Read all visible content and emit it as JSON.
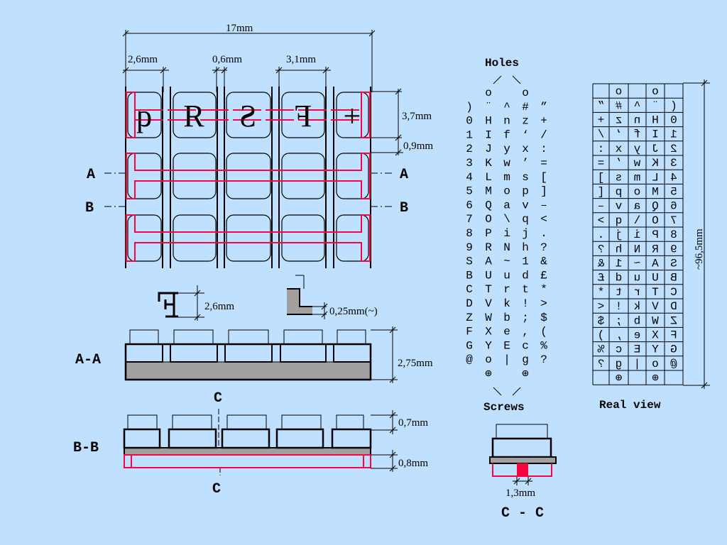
{
  "colors": {
    "background": "#bfe0ff",
    "line": "#000000",
    "red": "#ff0040",
    "gray": "#a0a0a0"
  },
  "dimensions": {
    "total_width": "17mm",
    "key_width": "2,6mm",
    "gap": "0,6mm",
    "key_pitch": "3,1mm",
    "key_height": "3,7mm",
    "row_gap": "0,9mm",
    "char_height": "2,6mm",
    "chamfer": "0,25mm(~)",
    "section_height": "2,75mm",
    "top_height": "0,7mm",
    "bottom_height": "0,8mm",
    "hole_width": "1,3mm",
    "total_length": "~96,5mm"
  },
  "top_view": {
    "glyphs": [
      "q",
      "Я",
      "S",
      "F",
      "+"
    ]
  },
  "section_labels": {
    "a_left": "A",
    "a_right": "A",
    "b_left": "B",
    "b_right": "B",
    "c_top": "C",
    "c_bottom": "C",
    "aa": "A-A",
    "bb": "B-B",
    "cc": "C - C"
  },
  "holes_table": {
    "title_top": "Holes",
    "title_bottom": "Screws",
    "rows": [
      [
        "",
        "o",
        "",
        "o",
        ""
      ],
      [
        ")",
        "¨",
        "^",
        "#",
        "”"
      ],
      [
        "0",
        "H",
        "n",
        "z",
        "+"
      ],
      [
        "1",
        "I",
        "f",
        "‘",
        "/"
      ],
      [
        "2",
        "J",
        "y",
        "x",
        ":"
      ],
      [
        "3",
        "K",
        "w",
        "’",
        "="
      ],
      [
        "4",
        "L",
        "m",
        "s",
        "["
      ],
      [
        "5",
        "M",
        "o",
        "p",
        "]"
      ],
      [
        "6",
        "Q",
        "a",
        "v",
        "–"
      ],
      [
        "7",
        "O",
        "\\",
        "q",
        "<"
      ],
      [
        "8",
        "P",
        "i",
        "j",
        "."
      ],
      [
        "9",
        "R",
        "N",
        "h",
        "?"
      ],
      [
        "S",
        "A",
        "~",
        "1",
        "&"
      ],
      [
        "B",
        "U",
        "u",
        "d",
        "£"
      ],
      [
        "C",
        "T",
        "r",
        "t",
        "*"
      ],
      [
        "D",
        "V",
        "k",
        "!",
        ">"
      ],
      [
        "Z",
        "W",
        "b",
        ";",
        "$"
      ],
      [
        "F",
        "X",
        "e",
        ",",
        "("
      ],
      [
        "G",
        "Y",
        "E",
        "c",
        "%"
      ],
      [
        "@",
        "o",
        "|",
        "g",
        "?"
      ],
      [
        "",
        "⊕",
        "",
        "⊕",
        ""
      ]
    ]
  },
  "real_view": {
    "title": "Real view",
    "rows": [
      [
        "",
        "o",
        "",
        "o",
        ""
      ],
      [
        "”",
        "#",
        "^",
        "¨",
        "("
      ],
      [
        "+",
        "z",
        "n",
        "H",
        "0"
      ],
      [
        "/",
        "‘",
        "f",
        "I",
        "1"
      ],
      [
        ":",
        "x",
        "y",
        "J",
        "2"
      ],
      [
        "=",
        "’",
        "w",
        "K",
        "3"
      ],
      [
        "]",
        "s",
        "m",
        "L",
        "4"
      ],
      [
        "[",
        "p",
        "o",
        "M",
        "5"
      ],
      [
        "–",
        "v",
        "a",
        "Q",
        "6"
      ],
      [
        ">",
        "q",
        "\\",
        "O",
        "7"
      ],
      [
        ".",
        "j",
        "i",
        "P",
        "8"
      ],
      [
        "?",
        "h",
        "N",
        "R",
        "9"
      ],
      [
        "&",
        "1",
        "~",
        "A",
        "S"
      ],
      [
        "£",
        "d",
        "u",
        "U",
        "B"
      ],
      [
        "*",
        "t",
        "r",
        "T",
        "C"
      ],
      [
        "<",
        "!",
        "k",
        "V",
        "D"
      ],
      [
        "$",
        ";",
        "b",
        "W",
        "Z"
      ],
      [
        ")",
        ",",
        "e",
        "X",
        "F"
      ],
      [
        "%",
        "c",
        "E",
        "Y",
        "G"
      ],
      [
        "?",
        "g",
        "|",
        "o",
        "@"
      ],
      [
        "",
        "⊕",
        "",
        "⊕",
        ""
      ]
    ]
  }
}
